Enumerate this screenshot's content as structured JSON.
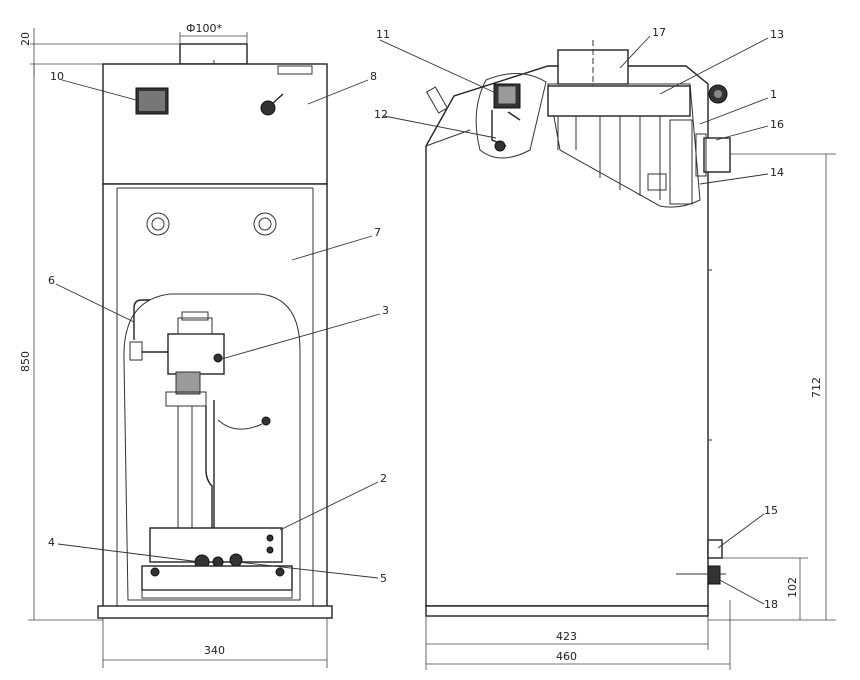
{
  "front_view": {
    "flue_dim": "Ф100*",
    "top_dim": "20",
    "height_dim": "850",
    "width_dim": "340",
    "callouts": {
      "c10": "10",
      "c8": "8",
      "c7": "7",
      "c6": "6",
      "c3": "3",
      "c2": "2",
      "c4": "4",
      "c5": "5"
    }
  },
  "side_view": {
    "height_dim": "712",
    "bottom_dim": "102",
    "inner_depth_dim": "423",
    "depth_dim": "460",
    "callouts": {
      "c11": "11",
      "c17": "17",
      "c13": "13",
      "c12": "12",
      "c1": "1",
      "c16": "16",
      "c14": "14",
      "c15": "15",
      "c18": "18"
    }
  }
}
